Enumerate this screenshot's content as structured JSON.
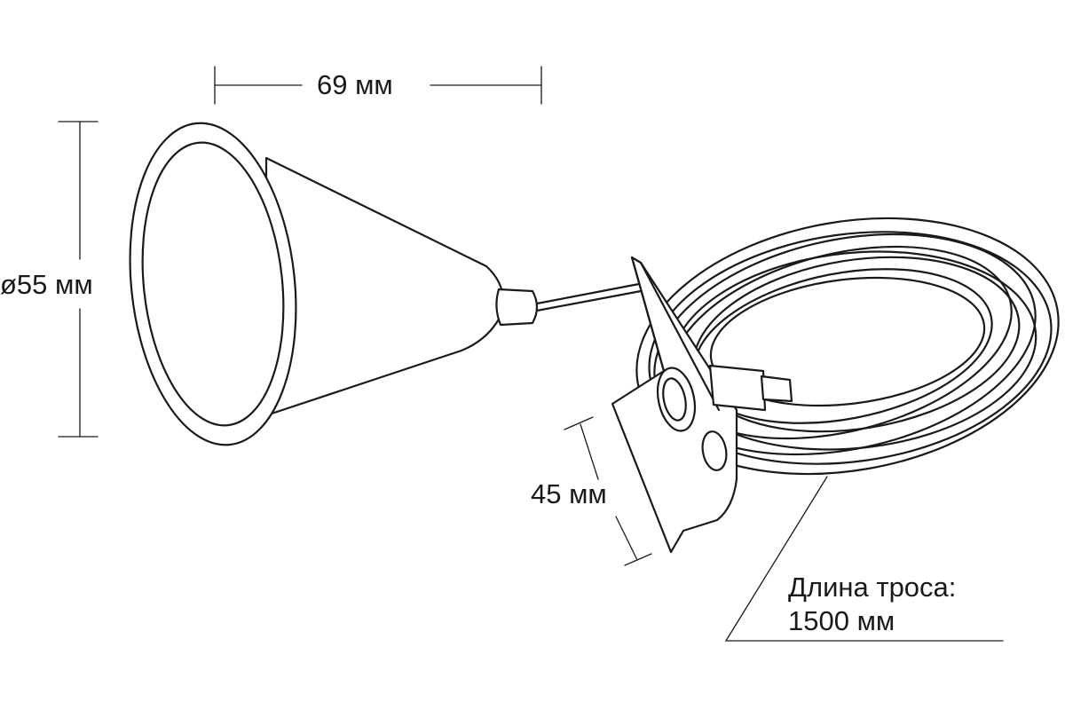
{
  "dimensions": {
    "length": "69 мм",
    "diameter": "ø55 мм",
    "plate": "45 мм"
  },
  "cable": {
    "line1": "Длина троса:",
    "line2": "1500 мм"
  }
}
